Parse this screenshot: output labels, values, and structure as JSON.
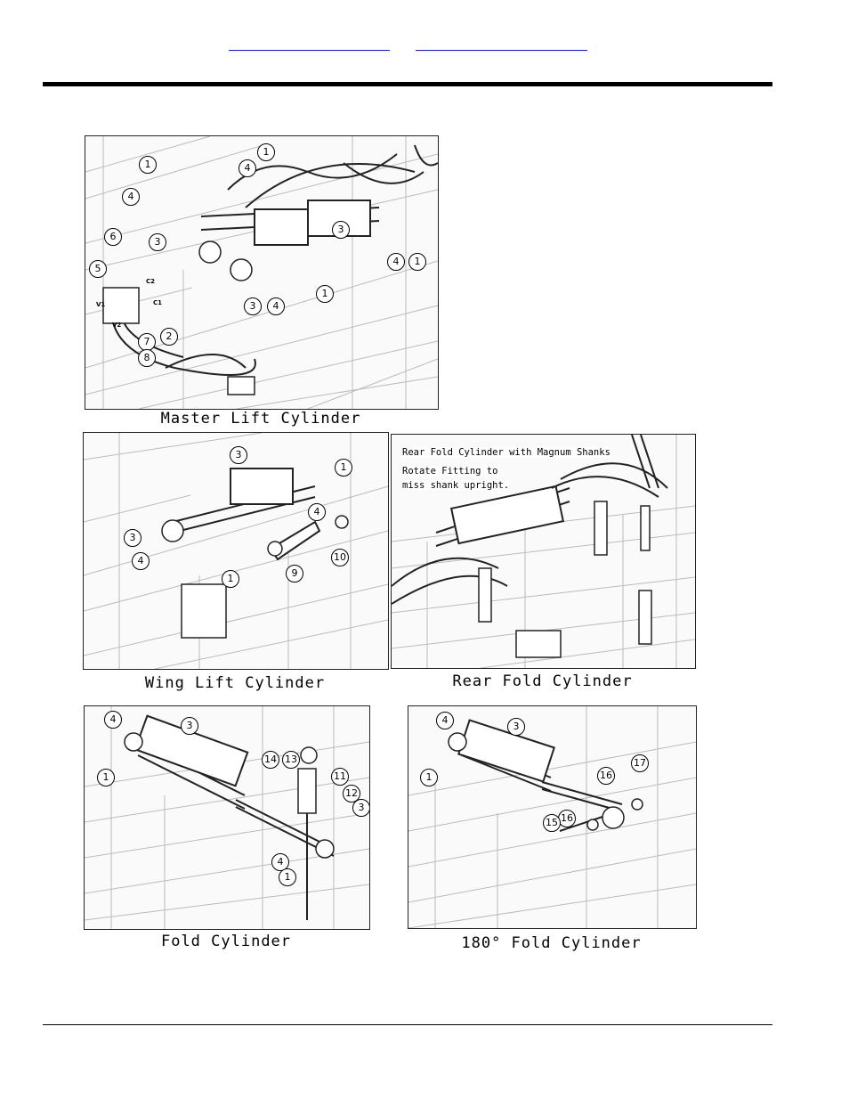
{
  "panels": {
    "master_lift": {
      "caption": "Master Lift Cylinder",
      "ports": [
        "C2",
        "C1",
        "V1",
        "V2"
      ],
      "callouts": [
        "1",
        "1",
        "4",
        "4",
        "6",
        "3",
        "5",
        "3",
        "2",
        "3",
        "4",
        "4",
        "1",
        "7",
        "8",
        "1"
      ]
    },
    "wing_lift": {
      "caption": "Wing Lift Cylinder",
      "callouts": [
        "3",
        "1",
        "4",
        "3",
        "10",
        "4",
        "1",
        "9"
      ]
    },
    "rear_fold": {
      "caption": "Rear Fold Cylinder",
      "note_line1": "Rear Fold Cylinder with Magnum Shanks",
      "note_line2": "Rotate Fitting to",
      "note_line3": "miss shank upright."
    },
    "fold": {
      "caption": "Fold Cylinder",
      "callouts": [
        "4",
        "3",
        "1",
        "14",
        "13",
        "11",
        "12",
        "3",
        "4",
        "1"
      ]
    },
    "fold_180": {
      "caption": "180° Fold Cylinder",
      "callouts": [
        "4",
        "3",
        "1",
        "16",
        "17",
        "16",
        "15"
      ]
    }
  }
}
